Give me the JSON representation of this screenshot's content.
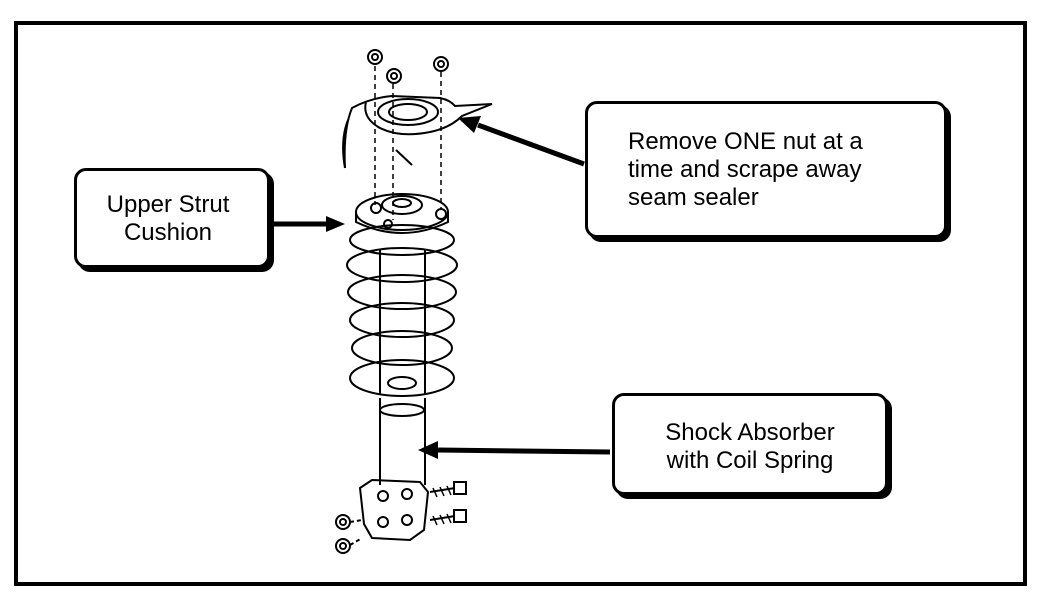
{
  "callouts": {
    "upper_strut": "Upper Strut\nCushion",
    "remove_nut": "Remove ONE nut at a\ntime and scrape away\nseam sealer",
    "shock_absorber": "Shock Absorber\nwith Coil Spring"
  }
}
